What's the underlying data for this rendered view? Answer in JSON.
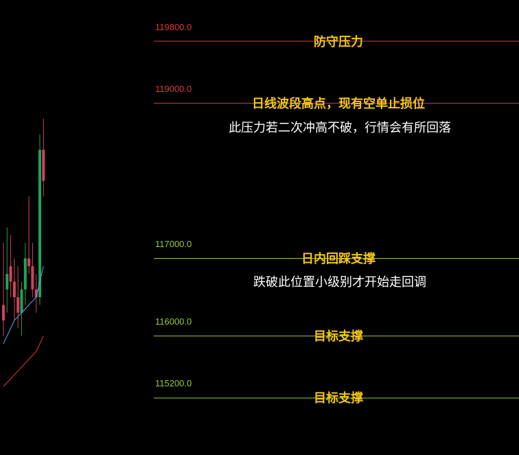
{
  "colors": {
    "background": "#000000",
    "resistance": "#e0393e",
    "support": "#9acd32",
    "title": "#f5c518",
    "note": "#ffffff",
    "candle_up": "#22a354",
    "candle_down": "#d2425f",
    "ma_fast": "#5aa8ff",
    "ma_slow": "#e0393e"
  },
  "levels": [
    {
      "price_label": "119800.0",
      "title": "防守压力",
      "note": "",
      "type": "resistance"
    },
    {
      "price_label": "119000.0",
      "title": "日线波段高点，现有空单止损位",
      "note": "此压力若二次冲高不破，行情会有所回落",
      "type": "resistance"
    },
    {
      "price_label": "117000.0",
      "title": "日内回踩支撑",
      "note": "跌破此位置小级别才开始走回调",
      "type": "support"
    },
    {
      "price_label": "116000.0",
      "title": "目标支撑",
      "note": "",
      "type": "support"
    },
    {
      "price_label": "115200.0",
      "title": "目标支撑",
      "note": "",
      "type": "support"
    }
  ],
  "chart_data": {
    "type": "candlestick",
    "ylim": [
      114700,
      120200
    ],
    "horizontal_levels": [
      119800,
      119000,
      117000,
      116000,
      115200
    ],
    "candles": [
      {
        "o": 116400,
        "h": 117200,
        "l": 116000,
        "c": 116200
      },
      {
        "o": 116600,
        "h": 117400,
        "l": 116300,
        "c": 116800
      },
      {
        "o": 116900,
        "h": 117300,
        "l": 116500,
        "c": 116700
      },
      {
        "o": 116700,
        "h": 117000,
        "l": 116200,
        "c": 116500
      },
      {
        "o": 116500,
        "h": 116900,
        "l": 116100,
        "c": 116300
      },
      {
        "o": 116300,
        "h": 116700,
        "l": 116000,
        "c": 116600
      },
      {
        "o": 116600,
        "h": 117200,
        "l": 116400,
        "c": 117000
      },
      {
        "o": 117000,
        "h": 117800,
        "l": 116800,
        "c": 116900
      },
      {
        "o": 116900,
        "h": 117200,
        "l": 116500,
        "c": 116600
      },
      {
        "o": 116600,
        "h": 116800,
        "l": 116300,
        "c": 116500
      },
      {
        "o": 116500,
        "h": 118600,
        "l": 116400,
        "c": 118400
      },
      {
        "o": 118400,
        "h": 118800,
        "l": 117800,
        "c": 118000
      }
    ],
    "ma_fast": [
      115900,
      116000,
      116100,
      116200,
      116250,
      116300,
      116350,
      116400,
      116450,
      116500,
      116700,
      116900
    ],
    "ma_slow": [
      115350,
      115400,
      115450,
      115500,
      115550,
      115600,
      115650,
      115700,
      115750,
      115800,
      115900,
      116000
    ]
  }
}
